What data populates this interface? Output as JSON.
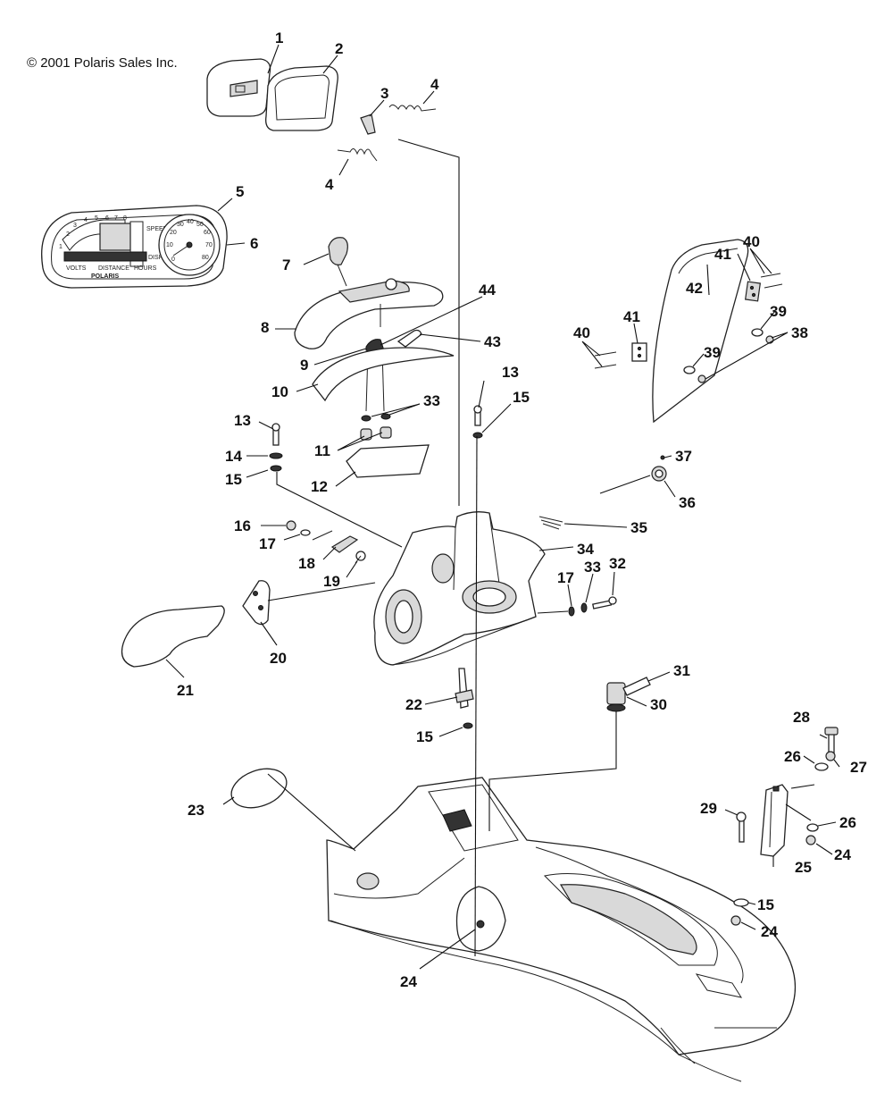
{
  "copyright": "© 2001 Polaris Sales Inc.",
  "instrument_cluster": {
    "brand": "POLARIS",
    "labels": [
      "VOLTS",
      "DISTANCE",
      "HOURS",
      "SPEED LIMIT",
      "DISPLAY"
    ],
    "tach_ticks": [
      "1",
      "2",
      "3",
      "4",
      "5",
      "6",
      "7",
      "8"
    ],
    "speed_ticks": [
      "0",
      "10",
      "20",
      "30",
      "40",
      "50",
      "60",
      "70",
      "80"
    ]
  },
  "callouts": [
    {
      "id": "c1",
      "label": "1"
    },
    {
      "id": "c2",
      "label": "2"
    },
    {
      "id": "c3",
      "label": "3"
    },
    {
      "id": "c4a",
      "label": "4"
    },
    {
      "id": "c4b",
      "label": "4"
    },
    {
      "id": "c5",
      "label": "5"
    },
    {
      "id": "c6",
      "label": "6"
    },
    {
      "id": "c7",
      "label": "7"
    },
    {
      "id": "c8",
      "label": "8"
    },
    {
      "id": "c9",
      "label": "9"
    },
    {
      "id": "c10",
      "label": "10"
    },
    {
      "id": "c11",
      "label": "11"
    },
    {
      "id": "c12",
      "label": "12"
    },
    {
      "id": "c13a",
      "label": "13"
    },
    {
      "id": "c13b",
      "label": "13"
    },
    {
      "id": "c14",
      "label": "14"
    },
    {
      "id": "c15a",
      "label": "15"
    },
    {
      "id": "c15b",
      "label": "15"
    },
    {
      "id": "c15c",
      "label": "15"
    },
    {
      "id": "c15d",
      "label": "15"
    },
    {
      "id": "c16",
      "label": "16"
    },
    {
      "id": "c17a",
      "label": "17"
    },
    {
      "id": "c17b",
      "label": "17"
    },
    {
      "id": "c18",
      "label": "18"
    },
    {
      "id": "c19",
      "label": "19"
    },
    {
      "id": "c20",
      "label": "20"
    },
    {
      "id": "c21",
      "label": "21"
    },
    {
      "id": "c22",
      "label": "22"
    },
    {
      "id": "c23",
      "label": "23"
    },
    {
      "id": "c24a",
      "label": "24"
    },
    {
      "id": "c24b",
      "label": "24"
    },
    {
      "id": "c24c",
      "label": "24"
    },
    {
      "id": "c25",
      "label": "25"
    },
    {
      "id": "c26a",
      "label": "26"
    },
    {
      "id": "c26b",
      "label": "26"
    },
    {
      "id": "c27",
      "label": "27"
    },
    {
      "id": "c28",
      "label": "28"
    },
    {
      "id": "c29",
      "label": "29"
    },
    {
      "id": "c30",
      "label": "30"
    },
    {
      "id": "c31",
      "label": "31"
    },
    {
      "id": "c32",
      "label": "32"
    },
    {
      "id": "c33a",
      "label": "33"
    },
    {
      "id": "c33b",
      "label": "33"
    },
    {
      "id": "c34",
      "label": "34"
    },
    {
      "id": "c35",
      "label": "35"
    },
    {
      "id": "c36",
      "label": "36"
    },
    {
      "id": "c37",
      "label": "37"
    },
    {
      "id": "c38",
      "label": "38"
    },
    {
      "id": "c39a",
      "label": "39"
    },
    {
      "id": "c39b",
      "label": "39"
    },
    {
      "id": "c40a",
      "label": "40"
    },
    {
      "id": "c40b",
      "label": "40"
    },
    {
      "id": "c41a",
      "label": "41"
    },
    {
      "id": "c41b",
      "label": "41"
    },
    {
      "id": "c42",
      "label": "42"
    },
    {
      "id": "c43",
      "label": "43"
    },
    {
      "id": "c44",
      "label": "44"
    }
  ]
}
